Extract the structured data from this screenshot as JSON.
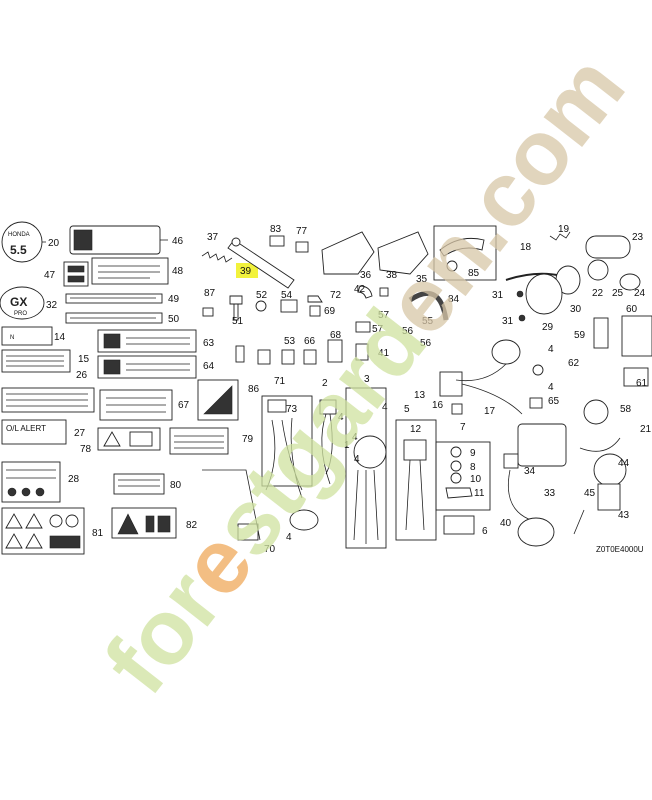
{
  "diagram": {
    "drawing_code": "Z0T0E4000U",
    "highlight_color": "#f2f23c",
    "watermark": {
      "text": "forestgarden.com",
      "color_light": "#cfe2a0",
      "color_orange": "#f0a95a",
      "color_tan": "#d8c7a8"
    },
    "decal_text": {
      "oil_alert": "O/L ALERT",
      "gx_badge": "GX",
      "pro_badge": "PRO",
      "honda_badge": "HONDA"
    },
    "callouts": [
      {
        "id": "c20",
        "text": "20"
      },
      {
        "id": "c46",
        "text": "46"
      },
      {
        "id": "c47",
        "text": "47"
      },
      {
        "id": "c48",
        "text": "48"
      },
      {
        "id": "c32",
        "text": "32"
      },
      {
        "id": "c49",
        "text": "49"
      },
      {
        "id": "c50",
        "text": "50"
      },
      {
        "id": "c14",
        "text": "14"
      },
      {
        "id": "c63",
        "text": "63"
      },
      {
        "id": "c15",
        "text": "15"
      },
      {
        "id": "c64",
        "text": "64"
      },
      {
        "id": "c26",
        "text": "26"
      },
      {
        "id": "c67",
        "text": "67"
      },
      {
        "id": "c86",
        "text": "86"
      },
      {
        "id": "c27",
        "text": "27"
      },
      {
        "id": "c78",
        "text": "78"
      },
      {
        "id": "c79",
        "text": "79"
      },
      {
        "id": "c28",
        "text": "28"
      },
      {
        "id": "c80",
        "text": "80"
      },
      {
        "id": "c81",
        "text": "81"
      },
      {
        "id": "c82",
        "text": "82"
      },
      {
        "id": "c37",
        "text": "37"
      },
      {
        "id": "c39",
        "text": "39"
      },
      {
        "id": "c83",
        "text": "83"
      },
      {
        "id": "c77",
        "text": "77"
      },
      {
        "id": "c87",
        "text": "87"
      },
      {
        "id": "c52",
        "text": "52"
      },
      {
        "id": "c54",
        "text": "54"
      },
      {
        "id": "c72",
        "text": "72"
      },
      {
        "id": "c51",
        "text": "51"
      },
      {
        "id": "c69",
        "text": "69"
      },
      {
        "id": "c42",
        "text": "42"
      },
      {
        "id": "c57a",
        "text": "57"
      },
      {
        "id": "c36",
        "text": "36"
      },
      {
        "id": "c38",
        "text": "38"
      },
      {
        "id": "c35",
        "text": "35"
      },
      {
        "id": "c85",
        "text": "85"
      },
      {
        "id": "c84",
        "text": "84"
      },
      {
        "id": "c55",
        "text": "55"
      },
      {
        "id": "c57b",
        "text": "57"
      },
      {
        "id": "c56a",
        "text": "56"
      },
      {
        "id": "c56b",
        "text": "56"
      },
      {
        "id": "c68",
        "text": "68"
      },
      {
        "id": "c71",
        "text": "71"
      },
      {
        "id": "c53",
        "text": "53"
      },
      {
        "id": "c66",
        "text": "66"
      },
      {
        "id": "c41",
        "text": "41"
      },
      {
        "id": "c58",
        "text": "58"
      },
      {
        "id": "c73",
        "text": "73"
      },
      {
        "id": "c2",
        "text": "2"
      },
      {
        "id": "c3",
        "text": "3"
      },
      {
        "id": "c4a",
        "text": "4"
      },
      {
        "id": "c4b",
        "text": "4"
      },
      {
        "id": "c4c",
        "text": "4"
      },
      {
        "id": "c4d",
        "text": "4"
      },
      {
        "id": "c1",
        "text": "1"
      },
      {
        "id": "c5",
        "text": "5"
      },
      {
        "id": "c12",
        "text": "12"
      },
      {
        "id": "c7",
        "text": "7"
      },
      {
        "id": "c9",
        "text": "9"
      },
      {
        "id": "c8",
        "text": "8"
      },
      {
        "id": "c10",
        "text": "10"
      },
      {
        "id": "c11",
        "text": "11"
      },
      {
        "id": "c6",
        "text": "6"
      },
      {
        "id": "c70",
        "text": "70"
      },
      {
        "id": "c4e",
        "text": "4"
      },
      {
        "id": "c18",
        "text": "18"
      },
      {
        "id": "c19",
        "text": "19"
      },
      {
        "id": "c23",
        "text": "23"
      },
      {
        "id": "c31a",
        "text": "31"
      },
      {
        "id": "c30",
        "text": "30"
      },
      {
        "id": "c22",
        "text": "22"
      },
      {
        "id": "c25",
        "text": "25"
      },
      {
        "id": "c24",
        "text": "24"
      },
      {
        "id": "c31b",
        "text": "31"
      },
      {
        "id": "c29",
        "text": "29"
      },
      {
        "id": "c59",
        "text": "59"
      },
      {
        "id": "c60",
        "text": "60"
      },
      {
        "id": "c62",
        "text": "62"
      },
      {
        "id": "c4f",
        "text": "4"
      },
      {
        "id": "c4g",
        "text": "4"
      },
      {
        "id": "c13",
        "text": "13"
      },
      {
        "id": "c16",
        "text": "16"
      },
      {
        "id": "c17",
        "text": "17"
      },
      {
        "id": "c65",
        "text": "65"
      },
      {
        "id": "c61",
        "text": "61"
      },
      {
        "id": "c21",
        "text": "21"
      },
      {
        "id": "c34",
        "text": "34"
      },
      {
        "id": "c33",
        "text": "33"
      },
      {
        "id": "c40",
        "text": "40"
      },
      {
        "id": "c44",
        "text": "44"
      },
      {
        "id": "c45",
        "text": "45"
      },
      {
        "id": "c43",
        "text": "43"
      }
    ]
  }
}
